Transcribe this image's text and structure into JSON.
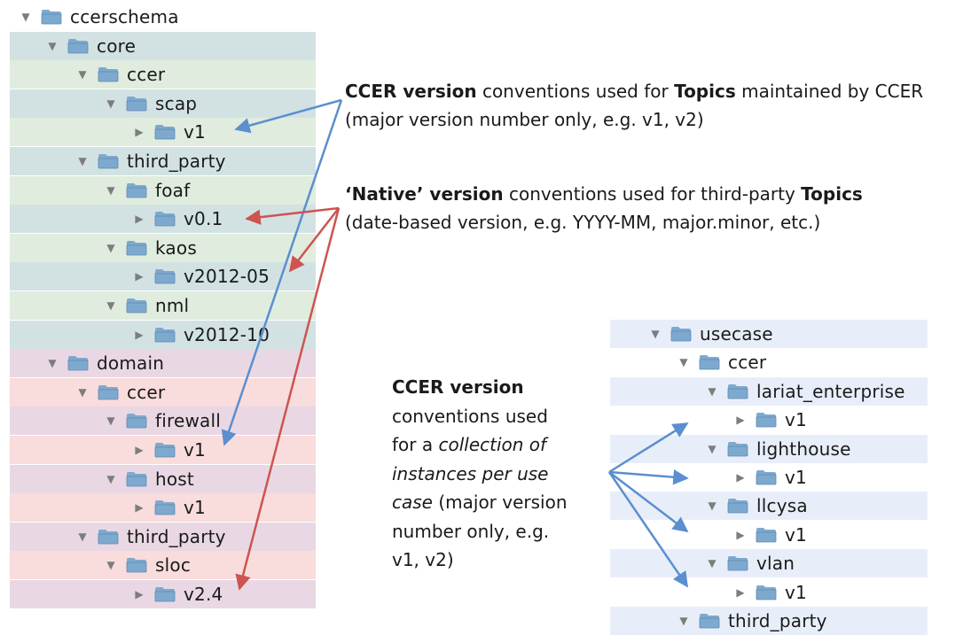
{
  "colors": {
    "core_bg_a": "#dfecde",
    "core_bg_b": "#d2e2e3",
    "domain_bg_a": "#f9dcdc",
    "domain_bg_b": "#e9d8e3",
    "usecase_bg_a": "#e8eef9",
    "usecase_bg_b": "#ffffff",
    "folder": "#7ea9cf",
    "blue_arrow": "#5b8fcf",
    "red_arrow": "#cd5450"
  },
  "left_tree": [
    {
      "label": "ccerschema",
      "expanded": true
    },
    {
      "label": "core",
      "expanded": true
    },
    {
      "label": "ccer",
      "expanded": true
    },
    {
      "label": "scap",
      "expanded": true
    },
    {
      "label": "v1",
      "expanded": false
    },
    {
      "label": "third_party",
      "expanded": true
    },
    {
      "label": "foaf",
      "expanded": true
    },
    {
      "label": "v0.1",
      "expanded": false
    },
    {
      "label": "kaos",
      "expanded": true
    },
    {
      "label": "v2012-05",
      "expanded": false
    },
    {
      "label": "nml",
      "expanded": true
    },
    {
      "label": "v2012-10",
      "expanded": false
    },
    {
      "label": "domain",
      "expanded": true
    },
    {
      "label": "ccer",
      "expanded": true
    },
    {
      "label": "firewall",
      "expanded": true
    },
    {
      "label": "v1",
      "expanded": false
    },
    {
      "label": "host",
      "expanded": true
    },
    {
      "label": "v1",
      "expanded": false
    },
    {
      "label": "third_party",
      "expanded": true
    },
    {
      "label": "sloc",
      "expanded": true
    },
    {
      "label": "v2.4",
      "expanded": false
    }
  ],
  "right_tree": [
    {
      "label": "usecase",
      "expanded": true
    },
    {
      "label": "ccer",
      "expanded": true
    },
    {
      "label": "lariat_enterprise",
      "expanded": true
    },
    {
      "label": "v1",
      "expanded": false
    },
    {
      "label": "lighthouse",
      "expanded": true
    },
    {
      "label": "v1",
      "expanded": false
    },
    {
      "label": "llcysa",
      "expanded": true
    },
    {
      "label": "v1",
      "expanded": false
    },
    {
      "label": "vlan",
      "expanded": true
    },
    {
      "label": "v1",
      "expanded": false
    },
    {
      "label": "third_party",
      "expanded": true
    }
  ],
  "callouts": {
    "ccer_topics": {
      "bold1": "CCER version",
      "text1": " conventions used for ",
      "bold2": "Topics",
      "text2": " maintained by CCER",
      "line2": "(major version number only, e.g. v1, v2)"
    },
    "native_topics": {
      "bold1": "‘Native’ version",
      "text1": " conventions used for third-party ",
      "bold2": "Topics",
      "line2": "(date-based version, e.g. YYYY-MM, major.minor, etc.)"
    },
    "collection": {
      "bold1": "CCER version",
      "line2": "conventions used",
      "line3a": "for a ",
      "line3b": "collection of",
      "line4": "instances per use",
      "line5a": "case",
      "line5b": " (major version",
      "line6": "number only, e.g.",
      "line7": "v1, v2)"
    }
  }
}
